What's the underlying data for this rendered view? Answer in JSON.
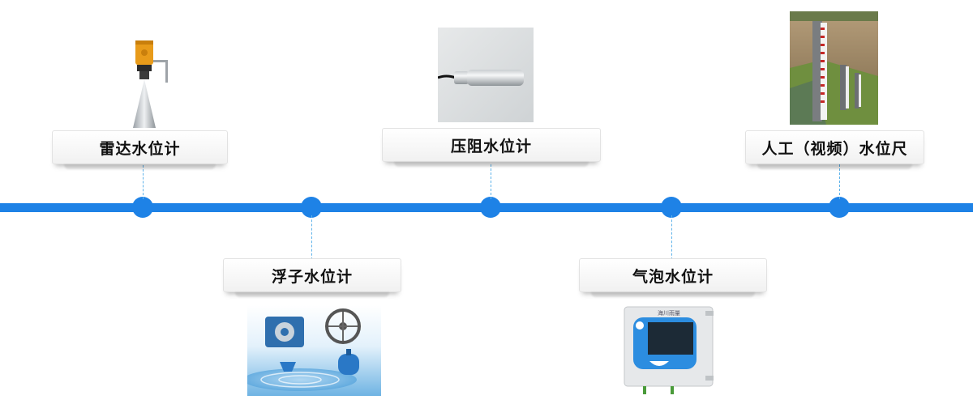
{
  "instruments": [
    {
      "label": "雷达水位计"
    },
    {
      "label": "浮子水位计"
    },
    {
      "label": "压阻水位计"
    },
    {
      "label": "气泡水位计"
    },
    {
      "label": "人工（视频）水位尺"
    }
  ],
  "device_screen_text": "海川雨量",
  "colors": {
    "timeline": "#1e82e6",
    "connector": "#5fb3ea"
  }
}
